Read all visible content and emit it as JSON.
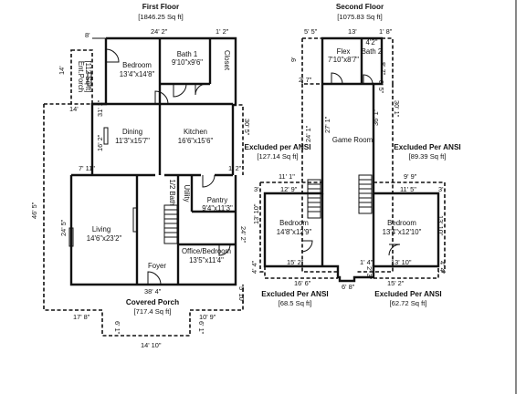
{
  "first_floor": {
    "title": "First Floor",
    "area": "[1846.25 Sq ft]",
    "rooms": {
      "bedroom": {
        "name": "Bedroom",
        "size": "13'4\"x14'8\""
      },
      "bath1": {
        "name": "Bath 1",
        "size": "9'10\"x9'6\""
      },
      "closet": {
        "name": "Closet"
      },
      "entry_porch": {
        "name": "Ent.Porch",
        "area": "[112 Sq ft]"
      },
      "dining": {
        "name": "Dining",
        "size": "11'3\"x15'7\""
      },
      "kitchen": {
        "name": "Kitchen",
        "size": "16'6\"x15'6\""
      },
      "half_bath": {
        "name": "1/2 Bath"
      },
      "utility": {
        "name": "Utility"
      },
      "pantry": {
        "name": "Pantry",
        "size": "9'4\"x11'3\""
      },
      "living": {
        "name": "Living",
        "size": "14'6\"x23'2\""
      },
      "office": {
        "name": "Office/Bedroom",
        "size": "13'5\"x11'4\""
      },
      "foyer": {
        "name": "Foyer"
      }
    },
    "covered_porch": {
      "name": "Covered Porch",
      "area": "[717.4 Sq ft]"
    },
    "dims": {
      "d_8": "8'",
      "d_24_2": "24' 2\"",
      "d_1_2": "1' 2\"",
      "d_14": "14'",
      "d_14b": "14'",
      "d_31_1": "31' 1\"",
      "d_30_5": "30' 5\"",
      "d_16_2": "16' 2\"",
      "d_7_11": "7' 11\"",
      "d_1_2b": "1' 2\"",
      "d_46_5": "46' 5\"",
      "d_24_5": "24' 5\"",
      "d_24_2b": "24' 2\"",
      "d_38_4": "38' 4\"",
      "d_5_10": "5' 10\"",
      "d_17_8": "17' 8\"",
      "d_10_9": "10' 9\"",
      "d_6_1": "6' 1\"",
      "d_6_1b": "6' 1\"",
      "d_14_10": "14' 10\""
    }
  },
  "second_floor": {
    "title": "Second Floor",
    "area": "[1075.83 Sq ft]",
    "rooms": {
      "flex": {
        "name": "Flex",
        "size": "7'10\"x8'7\""
      },
      "bath2": {
        "name": "Bath 2",
        "size": "4'2\""
      },
      "game_room": {
        "name": "Game Room"
      },
      "bedroom_left": {
        "name": "Bedroom",
        "size": "14'8\"x12'9\""
      },
      "bedroom_right": {
        "name": "Bedroom",
        "size": "13'4\"x12'10\""
      }
    },
    "excluded": [
      {
        "label": "Excluded per ANSI",
        "area": "[127.14 Sq ft]"
      },
      {
        "label": "Excluded Per ANSI",
        "area": "[89.39 Sq ft]"
      },
      {
        "label": "Excluded Per ANSI",
        "area": "[68.5 Sq ft]"
      },
      {
        "label": "Excluded Per ANSI",
        "area": "[62.72 Sq ft]"
      }
    ],
    "dims": {
      "d_5_5": "5' 5\"",
      "d_13": "13'",
      "d_1_8": "1' 8\"",
      "d_9": "9'",
      "d_2_7": "2' 7\"",
      "d_8_7": "8' 7\"",
      "d_8_5": "8' 5\"",
      "d_24_1": "24' 1\"",
      "d_27_1": "27' 1\"",
      "d_36_1": "36' 1\"",
      "d_30_1": "30' 1\"",
      "d_11_1": "11' 1\"",
      "d_9_9": "9' 9\"",
      "d_12_9": "12' 9\"",
      "d_11_5": "11' 5\"",
      "d_3": "3'",
      "d_3b": "3'",
      "d_13_10": "13' 10\"",
      "d_13_10b": "13' 10\"",
      "d_15_2": "15' 2\"",
      "d_13_10c": "13' 10\"",
      "d_4_4": "4' 4\"",
      "d_4_4b": "4' 4\"",
      "d_1_4": "1' 4\"",
      "d_2_3": "2' 3\"",
      "d_16_6": "16' 6\"",
      "d_6_8": "6' 8\"",
      "d_15_2b": "15' 2\""
    }
  }
}
